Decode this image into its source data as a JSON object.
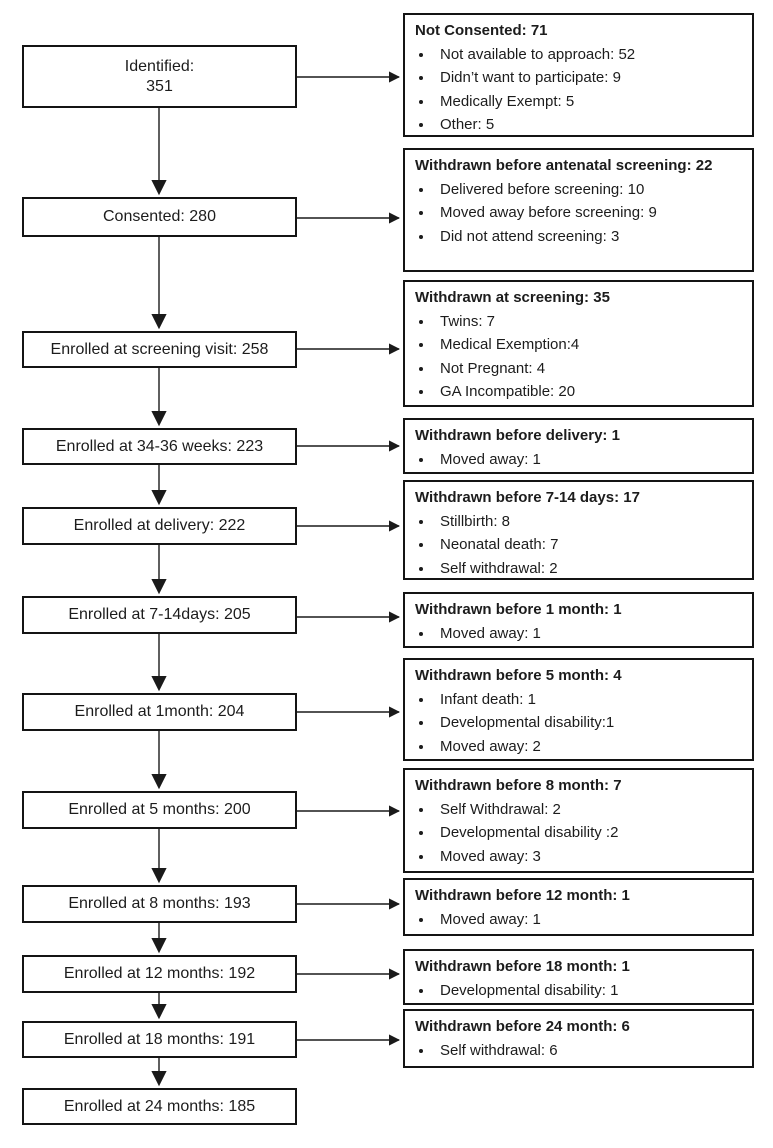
{
  "diagram": {
    "type": "participant-flow-chart",
    "steps": [
      {
        "lines": [
          "Identified:",
          "351"
        ]
      },
      {
        "lines": [
          "Consented: 280"
        ]
      },
      {
        "lines": [
          "Enrolled at screening visit: 258"
        ]
      },
      {
        "lines": [
          "Enrolled at 34-36 weeks: 223"
        ]
      },
      {
        "lines": [
          "Enrolled at delivery: 222"
        ]
      },
      {
        "lines": [
          "Enrolled at 7-14days: 205"
        ]
      },
      {
        "lines": [
          "Enrolled at 1month: 204"
        ]
      },
      {
        "lines": [
          "Enrolled at 5 months: 200"
        ]
      },
      {
        "lines": [
          "Enrolled at 8 months: 193"
        ]
      },
      {
        "lines": [
          "Enrolled at 12 months: 192"
        ]
      },
      {
        "lines": [
          "Enrolled at 18 months: 191"
        ]
      },
      {
        "lines": [
          "Enrolled at 24 months: 185"
        ]
      }
    ],
    "withdrawals": [
      {
        "title": "Not Consented: 71",
        "items": [
          "Not available to approach: 52",
          "Didn’t want to participate: 9",
          "Medically Exempt: 5",
          "Other: 5"
        ]
      },
      {
        "title": "Withdrawn before antenatal screening: 22",
        "items": [
          "Delivered before screening: 10",
          "Moved away before screening: 9",
          "Did not attend screening: 3"
        ]
      },
      {
        "title": "Withdrawn at screening: 35",
        "items": [
          "Twins: 7",
          "Medical Exemption:4",
          "Not Pregnant: 4",
          "GA Incompatible: 20"
        ]
      },
      {
        "title": "Withdrawn before delivery: 1",
        "items": [
          "Moved away: 1"
        ]
      },
      {
        "title": "Withdrawn before 7-14 days: 17",
        "items": [
          "Stillbirth: 8",
          "Neonatal death: 7",
          "Self withdrawal: 2"
        ]
      },
      {
        "title": "Withdrawn before 1 month: 1",
        "items": [
          "Moved away: 1"
        ]
      },
      {
        "title": "Withdrawn before 5 month: 4",
        "items": [
          "Infant death: 1",
          "Developmental disability:1",
          "Moved away: 2"
        ]
      },
      {
        "title": "Withdrawn before 8 month: 7",
        "items": [
          "Self Withdrawal: 2",
          "Developmental disability :2",
          "Moved away: 3"
        ]
      },
      {
        "title": "Withdrawn before 12 month: 1",
        "items": [
          "Moved away: 1"
        ]
      },
      {
        "title": "Withdrawn before 18 month: 1",
        "items": [
          "Developmental disability: 1"
        ]
      },
      {
        "title": "Withdrawn before 24 month: 6",
        "items": [
          "Self withdrawal: 6"
        ]
      }
    ],
    "colors": {
      "line": "#1a1a1a",
      "border": "#141414",
      "background": "#ffffff"
    }
  }
}
